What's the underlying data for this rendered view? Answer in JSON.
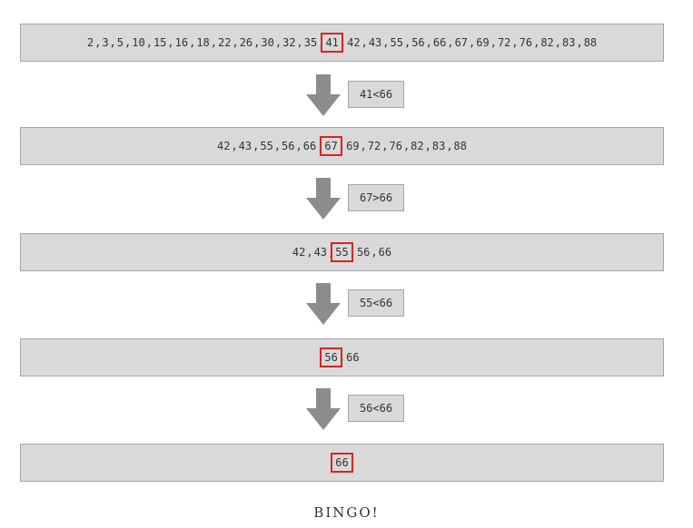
{
  "rows": [
    {
      "values": [
        "2",
        "3",
        "5",
        "10",
        "15",
        "16",
        "18",
        "22",
        "26",
        "30",
        "32",
        "35",
        "41",
        "42",
        "43",
        "55",
        "56",
        "66",
        "67",
        "69",
        "72",
        "76",
        "82",
        "83",
        "88"
      ],
      "highlight_index": 12
    },
    {
      "values": [
        "42",
        "43",
        "55",
        "56",
        "66",
        "67",
        "69",
        "72",
        "76",
        "82",
        "83",
        "88"
      ],
      "highlight_index": 5
    },
    {
      "values": [
        "42",
        "43",
        "55",
        "56",
        "66"
      ],
      "highlight_index": 2
    },
    {
      "values": [
        "56",
        "66"
      ],
      "highlight_index": 0
    },
    {
      "values": [
        "66"
      ],
      "highlight_index": 0
    }
  ],
  "comparisons": [
    "41<66",
    "67>66",
    "55<66",
    "56<66"
  ],
  "result": "BINGO!",
  "colors": {
    "box_fill": "#d9d9d9",
    "box_border": "#a6a6a6",
    "highlight": "#e02020",
    "arrow": "#8c8c8c"
  }
}
